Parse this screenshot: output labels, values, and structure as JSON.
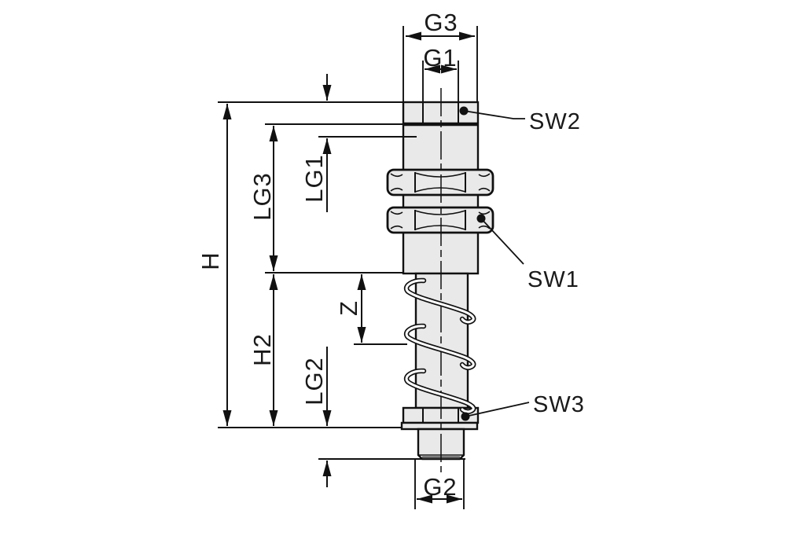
{
  "drawing": {
    "colors": {
      "background": "#ffffff",
      "line": "#1a1a1a",
      "part_fill": "#e9e9e9"
    },
    "dimension_labels": {
      "g3": "G3",
      "g1": "G1",
      "lg1": "LG1",
      "lg3": "LG3",
      "h": "H",
      "h2": "H2",
      "z": "Z",
      "lg2": "LG2",
      "g2": "G2"
    },
    "callout_labels": {
      "sw2": "SW2",
      "sw1": "SW1",
      "sw3": "SW3"
    }
  }
}
